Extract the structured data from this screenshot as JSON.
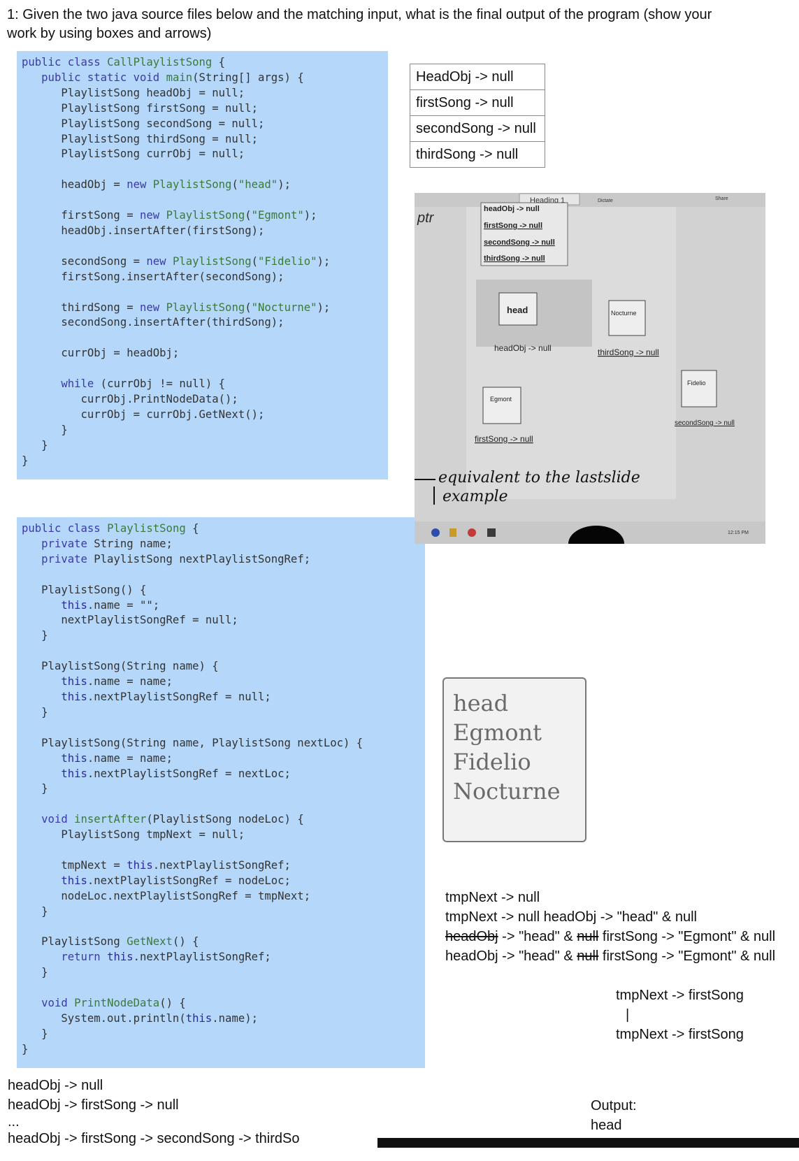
{
  "question": {
    "line1": "1: Given the two java source files below and the matching input, what is the final output of the program (show your",
    "line2": "work by using boxes and arrows)"
  },
  "ref_table": [
    "HeadObj -> null",
    "firstSong -> null",
    "secondSong -> null",
    "thirdSong -> null"
  ],
  "photo": {
    "toolbar_style": "Heading 1",
    "toolbar_dictate": "Dictate",
    "toolbar_share": "Share",
    "pointer_label": "ptr",
    "list_lines": [
      "headObj -> null",
      "firstSong -> null",
      "secondSong -> null",
      "thirdSong -> null"
    ],
    "node_head": "head",
    "node_egmont": "Egmont",
    "node_nocturne": "Nocturne",
    "node_fidelio": "Fidelio",
    "label_headobj": "headObj -> null",
    "label_thirdsong": "thirdSong -> null",
    "label_firstsong": "firstSong -> null",
    "label_secondsong": "secondSong -> null",
    "handwriting_line1": "equivalent to the lastslide",
    "handwriting_line2": "example",
    "taskbar_time": "12:15 PM"
  },
  "output_box": [
    "head",
    "Egmont",
    "Fidelio",
    "Nocturne"
  ],
  "trace": {
    "line1": "tmpNext -> null",
    "line2": "tmpNext -> null headObj -> \"head\" & null",
    "line3_a": "headObj",
    "line3_b": " -> \"head\" & ",
    "line3_c": "null",
    "line3_d": " firstSong -> \"Egmont\" & null",
    "line4_a": "headObj -> \"head\" & ",
    "line4_c": "null",
    "line4_d": " firstSong -> \"Egmont\" & null",
    "tmp1": "tmpNext -> firstSong",
    "pipe": "|",
    "tmp2": "tmpNext -> firstSong"
  },
  "bottom_left": {
    "line1": "headObj -> null",
    "line2": "headObj -> firstSong -> null",
    "ellipsis": "...",
    "line3": "headObj -> firstSong -> secondSong -> thirdSo"
  },
  "output_label": "Output:",
  "output_value": "head"
}
